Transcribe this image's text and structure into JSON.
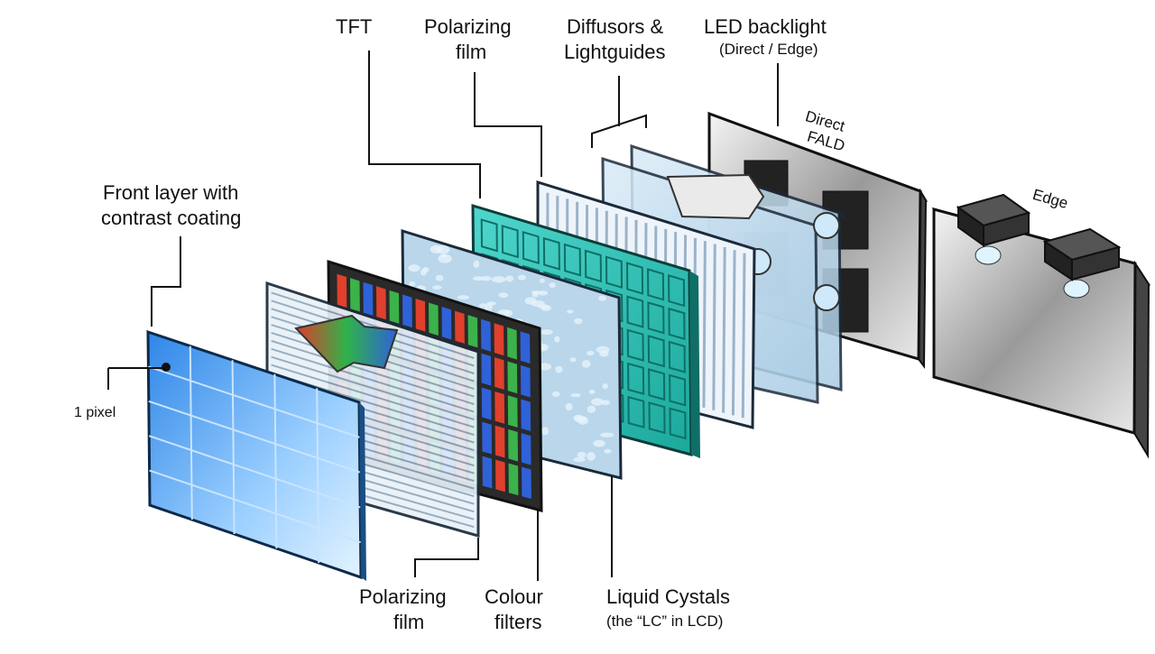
{
  "labels": {
    "tft": "TFT",
    "polarizing_top_1": "Polarizing",
    "polarizing_top_2": "film",
    "diffusors_1": "Diffusors &",
    "diffusors_2": "Lightguides",
    "led_backlight": "LED backlight",
    "led_backlight_sub": "(Direct / Edge)",
    "direct": "Direct",
    "fald": "FALD",
    "edge": "Edge",
    "front_layer_1": "Front layer with",
    "front_layer_2": "contrast coating",
    "one_pixel": "1 pixel",
    "polarizing_bottom_1": "Polarizing",
    "polarizing_bottom_2": "film",
    "colour_1": "Colour",
    "colour_2": "filters",
    "lc_1": "Liquid Cystals",
    "lc_2": "(the “LC” in LCD)"
  },
  "colors": {
    "front_layer": "#5aa8f0",
    "teal_panel": "#2ec4b6",
    "glass": "#bcd8ee",
    "backlight_grey": "#c8c8c8",
    "filter_red": "#e0402c",
    "filter_green": "#3bb24a",
    "filter_blue": "#2f62d8"
  }
}
